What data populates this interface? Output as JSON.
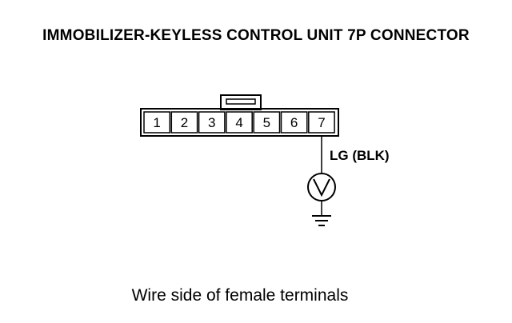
{
  "title": "IMMOBILIZER-KEYLESS CONTROL UNIT 7P CONNECTOR",
  "connector": {
    "pins": [
      "1",
      "2",
      "3",
      "4",
      "5",
      "6",
      "7"
    ]
  },
  "wire": {
    "label": "LG (BLK)",
    "pin": "7"
  },
  "caption": "Wire side of female terminals",
  "colors": {
    "line": "#000000",
    "background": "#ffffff"
  }
}
